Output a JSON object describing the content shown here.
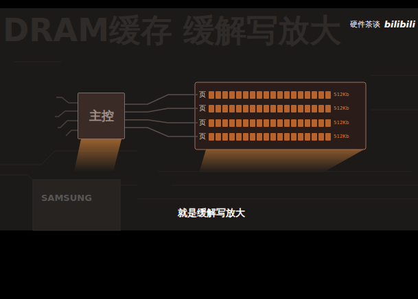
{
  "diagram": {
    "title": "DRAM缓存 缓解写放大",
    "caption": "就是缓解写放大",
    "nodes": [
      {
        "text": [
          "主控"
        ]
      },
      {
        "text": [
          "页",
          "512Kb"
        ]
      },
      {
        "text": [
          "页",
          "512Kb"
        ]
      },
      {
        "text": [
          "页",
          "512Kb"
        ]
      },
      {
        "text": [
          "页",
          "512Kb"
        ]
      }
    ],
    "edges": [
      {
        "from": 0,
        "to": 1,
        "arrow": "none"
      },
      {
        "from": 0,
        "to": 2,
        "arrow": "none"
      },
      {
        "from": 0,
        "to": 3,
        "arrow": "none"
      },
      {
        "from": 0,
        "to": 4,
        "arrow": "none"
      }
    ],
    "labels": [
      "硬件茶谈",
      "bilibili",
      "SAMSUNG"
    ]
  }
}
